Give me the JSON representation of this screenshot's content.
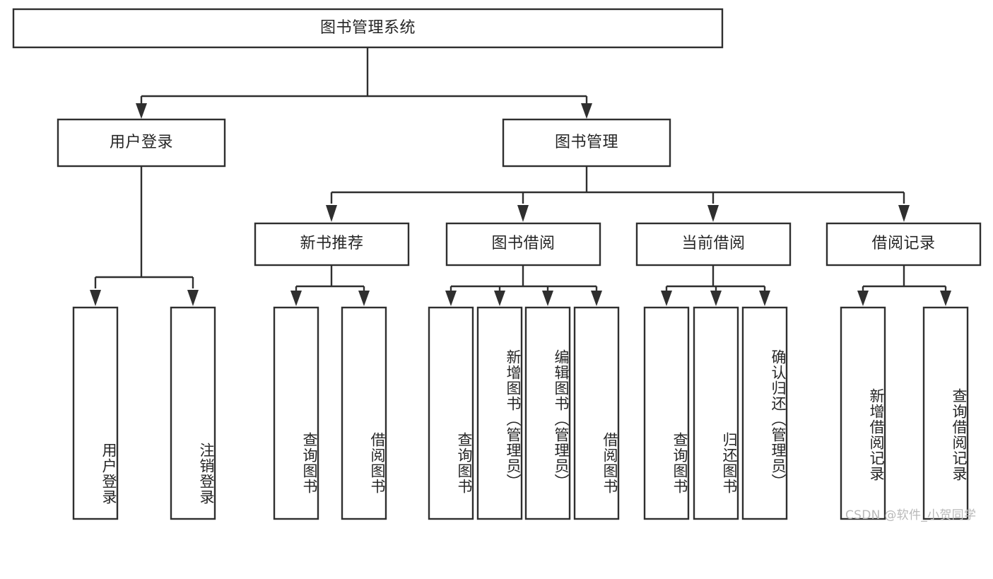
{
  "diagram": {
    "type": "hierarchy-tree",
    "title": "图书管理系统",
    "orientation": "top-down",
    "levels": 4,
    "root": {
      "id": "root",
      "label": "图书管理系统",
      "text_direction": "horizontal"
    },
    "level1": [
      {
        "id": "user-login",
        "label": "用户登录",
        "text_direction": "horizontal"
      },
      {
        "id": "book-management",
        "label": "图书管理",
        "text_direction": "horizontal"
      }
    ],
    "level2": [
      {
        "id": "new-book-recommend",
        "label": "新书推荐",
        "text_direction": "horizontal",
        "parent": "book-management"
      },
      {
        "id": "book-borrow",
        "label": "图书借阅",
        "text_direction": "horizontal",
        "parent": "book-management"
      },
      {
        "id": "current-borrow",
        "label": "当前借阅",
        "text_direction": "horizontal",
        "parent": "book-management"
      },
      {
        "id": "borrow-record",
        "label": "借阅记录",
        "text_direction": "horizontal",
        "parent": "book-management"
      }
    ],
    "leaves": [
      {
        "id": "leaf-user-login",
        "label": "用户登录",
        "parent": "user-login",
        "text_direction": "vertical"
      },
      {
        "id": "leaf-user-logout",
        "label": "注销登录",
        "parent": "user-login",
        "text_direction": "vertical"
      },
      {
        "id": "leaf-query-book-1",
        "label": "查询图书",
        "parent": "new-book-recommend",
        "text_direction": "vertical"
      },
      {
        "id": "leaf-borrow-book-1",
        "label": "借阅图书",
        "parent": "new-book-recommend",
        "text_direction": "vertical"
      },
      {
        "id": "leaf-query-book-2",
        "label": "查询图书",
        "parent": "book-borrow",
        "text_direction": "vertical"
      },
      {
        "id": "leaf-add-book",
        "label": "新增图书（管理员）",
        "parent": "book-borrow",
        "text_direction": "vertical"
      },
      {
        "id": "leaf-edit-book",
        "label": "编辑图书（管理员）",
        "parent": "book-borrow",
        "text_direction": "vertical"
      },
      {
        "id": "leaf-borrow-book-2",
        "label": "借阅图书",
        "parent": "book-borrow",
        "text_direction": "vertical"
      },
      {
        "id": "leaf-query-book-3",
        "label": "查询图书",
        "parent": "current-borrow",
        "text_direction": "vertical"
      },
      {
        "id": "leaf-return-book",
        "label": "归还图书",
        "parent": "current-borrow",
        "text_direction": "vertical"
      },
      {
        "id": "leaf-confirm-return",
        "label": "确认归还（管理员）",
        "parent": "current-borrow",
        "text_direction": "vertical"
      },
      {
        "id": "leaf-add-record",
        "label": "新增借阅记录",
        "parent": "borrow-record",
        "text_direction": "vertical"
      },
      {
        "id": "leaf-query-record",
        "label": "查询借阅记录",
        "parent": "borrow-record",
        "text_direction": "vertical"
      }
    ],
    "colors": {
      "box_stroke": "#2f2f2f",
      "box_fill": "#ffffff",
      "text": "#262626",
      "background": "#ffffff",
      "watermark": "#b9b9b9"
    }
  },
  "watermark": {
    "text": "CSDN @软件_小贺同学"
  }
}
